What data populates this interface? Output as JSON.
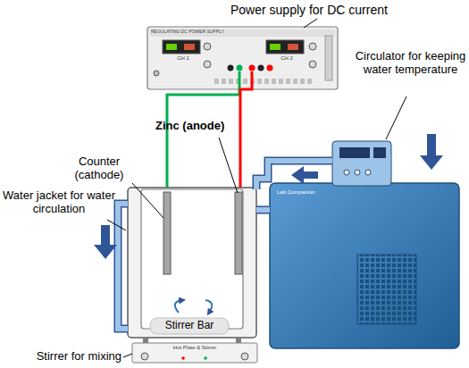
{
  "diagram": {
    "labels": [
      "Power supply for DC current",
      "Zinc (anode)",
      "Counter (cathode)",
      "Water jacket for water circulation",
      "Circulator for keeping water temperature",
      "Stirrer Bar",
      "Stirrer for mixing",
      "REGULATING DC POWER SUPPLY",
      "CH 1",
      "CH 2",
      "Hot Plate & Stirrer",
      "Lab Companion"
    ]
  }
}
